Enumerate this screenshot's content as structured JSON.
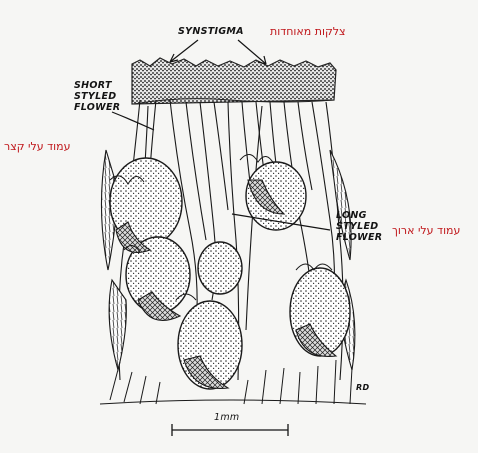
{
  "labels": {
    "synstigma": "SYNSTIGMA",
    "short_styled": [
      "SHORT",
      "STYLED",
      "FLOWER"
    ],
    "long_styled": [
      "LONG",
      "STYLED",
      "FLOWER"
    ],
    "scale": "1mm",
    "signature": "RD"
  },
  "hebrew": {
    "synstigma": "צלקות מאוחדות",
    "short_style": "עמוד עלי קצר",
    "long_style": "עמוד עלי ארוך"
  },
  "colors": {
    "ink": "#141414",
    "paper": "#f6f6f4",
    "hebrew_red": "#c0171b"
  }
}
